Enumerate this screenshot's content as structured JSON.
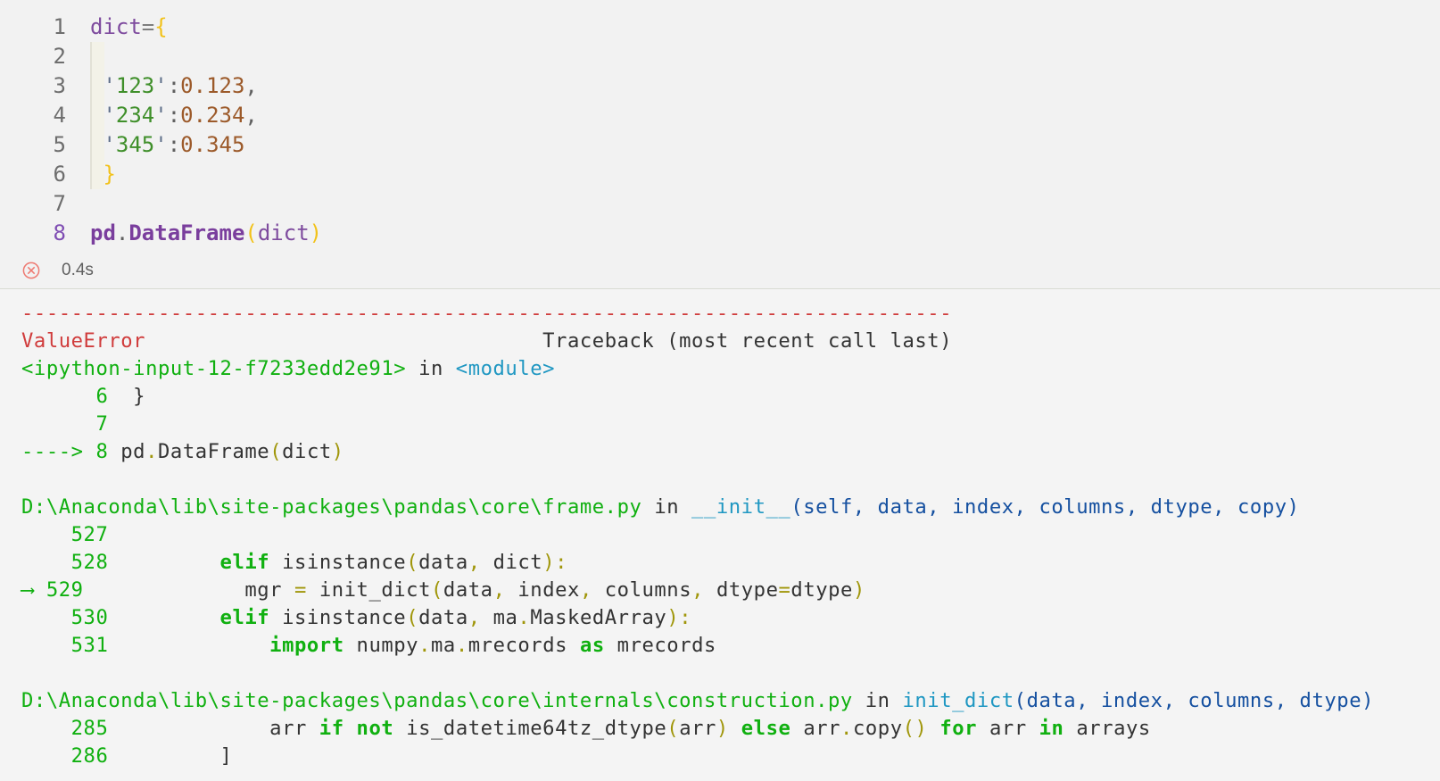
{
  "cell": {
    "lines": [
      {
        "number": "1",
        "tokens": [
          {
            "t": "dict",
            "c": "var"
          },
          {
            "t": "=",
            "c": "op"
          },
          {
            "t": "{",
            "c": "brace"
          }
        ]
      },
      {
        "number": "2",
        "tokens": []
      },
      {
        "number": "3",
        "tokens": [
          {
            "t": " '",
            "c": "str-q"
          },
          {
            "t": "123",
            "c": "str"
          },
          {
            "t": "'",
            "c": "str-q"
          },
          {
            "t": ":",
            "c": "punc"
          },
          {
            "t": "0.123",
            "c": "num"
          },
          {
            "t": ",",
            "c": "punc"
          }
        ]
      },
      {
        "number": "4",
        "tokens": [
          {
            "t": " '",
            "c": "str-q"
          },
          {
            "t": "234",
            "c": "str"
          },
          {
            "t": "'",
            "c": "str-q"
          },
          {
            "t": ":",
            "c": "punc"
          },
          {
            "t": "0.234",
            "c": "num"
          },
          {
            "t": ",",
            "c": "punc"
          }
        ]
      },
      {
        "number": "5",
        "tokens": [
          {
            "t": " '",
            "c": "str-q"
          },
          {
            "t": "345",
            "c": "str"
          },
          {
            "t": "'",
            "c": "str-q"
          },
          {
            "t": ":",
            "c": "punc"
          },
          {
            "t": "0.345",
            "c": "num"
          }
        ]
      },
      {
        "number": "6",
        "tokens": [
          {
            "t": " }",
            "c": "brace"
          }
        ]
      },
      {
        "number": "7",
        "tokens": []
      },
      {
        "number": "8",
        "active": true,
        "tokens": [
          {
            "t": "pd",
            "c": "pd"
          },
          {
            "t": ".",
            "c": "punc"
          },
          {
            "t": "DataFrame",
            "c": "fn"
          },
          {
            "t": "(",
            "c": "brace"
          },
          {
            "t": "dict",
            "c": "var"
          },
          {
            "t": ")",
            "c": "brace"
          }
        ]
      }
    ],
    "status": {
      "icon": "error-circle-x-icon",
      "exec_time": "0.4s",
      "icon_color": "#ee7a72"
    }
  },
  "output": {
    "lines": [
      {
        "spans": [
          {
            "t": "---------------------------------------------------------------------------",
            "c": "red"
          }
        ]
      },
      {
        "spans": [
          {
            "t": "ValueError",
            "c": "red"
          },
          {
            "t": "                                Traceback (most recent call last)",
            "c": "dark"
          }
        ]
      },
      {
        "spans": [
          {
            "t": "<ipython-input-12-f7233edd2e91>",
            "c": "green"
          },
          {
            "t": " in ",
            "c": "dark"
          },
          {
            "t": "<module>",
            "c": "cyan"
          }
        ]
      },
      {
        "spans": [
          {
            "t": "      6",
            "c": "green"
          },
          {
            "t": "  }",
            "c": "dark"
          }
        ]
      },
      {
        "spans": [
          {
            "t": "      7",
            "c": "green"
          }
        ]
      },
      {
        "spans": [
          {
            "t": "----> 8",
            "c": "green"
          },
          {
            "t": " pd",
            "c": "dark"
          },
          {
            "t": ".",
            "c": "olive"
          },
          {
            "t": "DataFrame",
            "c": "dark"
          },
          {
            "t": "(",
            "c": "olive"
          },
          {
            "t": "dict",
            "c": "dark"
          },
          {
            "t": ")",
            "c": "olive"
          }
        ]
      },
      {
        "spans": []
      },
      {
        "spans": [
          {
            "t": "D:\\Anaconda\\lib\\site-packages\\pandas\\core\\frame.py",
            "c": "green"
          },
          {
            "t": " in ",
            "c": "dark"
          },
          {
            "t": "__init__",
            "c": "cyan"
          },
          {
            "t": "(self, data, index, columns, dtype, copy)",
            "c": "blue"
          }
        ]
      },
      {
        "spans": [
          {
            "t": "    527",
            "c": "green"
          }
        ]
      },
      {
        "spans": [
          {
            "t": "    528",
            "c": "green"
          },
          {
            "t": "         ",
            "c": "dark"
          },
          {
            "t": "elif",
            "c": "kw"
          },
          {
            "t": " isinstance",
            "c": "dark"
          },
          {
            "t": "(",
            "c": "olive"
          },
          {
            "t": "data",
            "c": "dark"
          },
          {
            "t": ",",
            "c": "olive"
          },
          {
            "t": " dict",
            "c": "dark"
          },
          {
            "t": "):",
            "c": "olive"
          }
        ]
      },
      {
        "spans": [
          {
            "t": "--> 529",
            "c": "green"
          },
          {
            "t": "             mgr ",
            "c": "dark"
          },
          {
            "t": "=",
            "c": "olive"
          },
          {
            "t": " init_dict",
            "c": "dark"
          },
          {
            "t": "(",
            "c": "olive"
          },
          {
            "t": "data",
            "c": "dark"
          },
          {
            "t": ",",
            "c": "olive"
          },
          {
            "t": " index",
            "c": "dark"
          },
          {
            "t": ",",
            "c": "olive"
          },
          {
            "t": " columns",
            "c": "dark"
          },
          {
            "t": ",",
            "c": "olive"
          },
          {
            "t": " dtype",
            "c": "dark"
          },
          {
            "t": "=",
            "c": "olive"
          },
          {
            "t": "dtype",
            "c": "dark"
          },
          {
            "t": ")",
            "c": "olive"
          }
        ]
      },
      {
        "spans": [
          {
            "t": "    530",
            "c": "green"
          },
          {
            "t": "         ",
            "c": "dark"
          },
          {
            "t": "elif",
            "c": "kw"
          },
          {
            "t": " isinstance",
            "c": "dark"
          },
          {
            "t": "(",
            "c": "olive"
          },
          {
            "t": "data",
            "c": "dark"
          },
          {
            "t": ",",
            "c": "olive"
          },
          {
            "t": " ma",
            "c": "dark"
          },
          {
            "t": ".",
            "c": "olive"
          },
          {
            "t": "MaskedArray",
            "c": "dark"
          },
          {
            "t": "):",
            "c": "olive"
          }
        ]
      },
      {
        "spans": [
          {
            "t": "    531",
            "c": "green"
          },
          {
            "t": "             ",
            "c": "dark"
          },
          {
            "t": "import",
            "c": "kw"
          },
          {
            "t": " numpy",
            "c": "dark"
          },
          {
            "t": ".",
            "c": "olive"
          },
          {
            "t": "ma",
            "c": "dark"
          },
          {
            "t": ".",
            "c": "olive"
          },
          {
            "t": "mrecords ",
            "c": "dark"
          },
          {
            "t": "as",
            "c": "kw"
          },
          {
            "t": " mrecords",
            "c": "dark"
          }
        ]
      },
      {
        "spans": []
      },
      {
        "spans": [
          {
            "t": "D:\\Anaconda\\lib\\site-packages\\pandas\\core\\internals\\construction.py",
            "c": "green"
          },
          {
            "t": " in ",
            "c": "dark"
          },
          {
            "t": "init_dict",
            "c": "cyan"
          },
          {
            "t": "(data, index, columns, dtype)",
            "c": "blue"
          }
        ]
      },
      {
        "spans": [
          {
            "t": "    285",
            "c": "green"
          },
          {
            "t": "             arr ",
            "c": "dark"
          },
          {
            "t": "if",
            "c": "kw"
          },
          {
            "t": " ",
            "c": "dark"
          },
          {
            "t": "not",
            "c": "kw"
          },
          {
            "t": " is_datetime64tz_dtype",
            "c": "dark"
          },
          {
            "t": "(",
            "c": "olive"
          },
          {
            "t": "arr",
            "c": "dark"
          },
          {
            "t": ")",
            "c": "olive"
          },
          {
            "t": " ",
            "c": "dark"
          },
          {
            "t": "else",
            "c": "kw"
          },
          {
            "t": " arr",
            "c": "dark"
          },
          {
            "t": ".",
            "c": "olive"
          },
          {
            "t": "copy",
            "c": "dark"
          },
          {
            "t": "()",
            "c": "olive"
          },
          {
            "t": " ",
            "c": "dark"
          },
          {
            "t": "for",
            "c": "kw"
          },
          {
            "t": " arr ",
            "c": "dark"
          },
          {
            "t": "in",
            "c": "kw"
          },
          {
            "t": " arrays",
            "c": "dark"
          }
        ]
      },
      {
        "spans": [
          {
            "t": "    286",
            "c": "green"
          },
          {
            "t": "         ]",
            "c": "dark"
          }
        ]
      }
    ]
  }
}
